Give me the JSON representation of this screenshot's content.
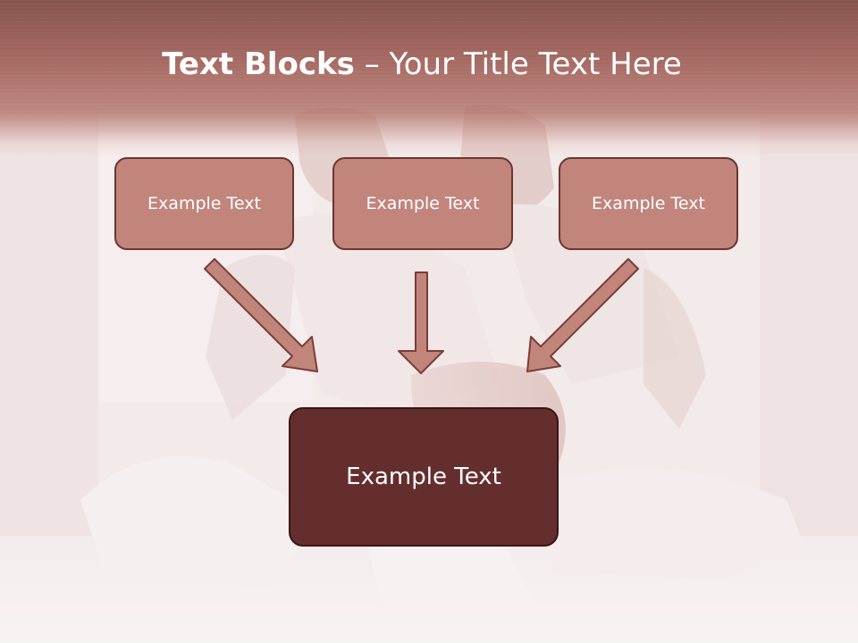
{
  "slide": {
    "title_bold": "Text Blocks",
    "title_rest": " – Your Title Text Here",
    "blocks": [
      {
        "label": "Example Text"
      },
      {
        "label": "Example Text"
      },
      {
        "label": "Example Text"
      }
    ],
    "main_block": {
      "label": "Example Text"
    }
  },
  "colors": {
    "header_band": "#a3645a",
    "block_fill": "#c1857c",
    "block_border": "#6b3530",
    "main_block_fill": "#652e2e",
    "arrow_fill": "#c1857c",
    "arrow_stroke": "#7a3d37"
  }
}
